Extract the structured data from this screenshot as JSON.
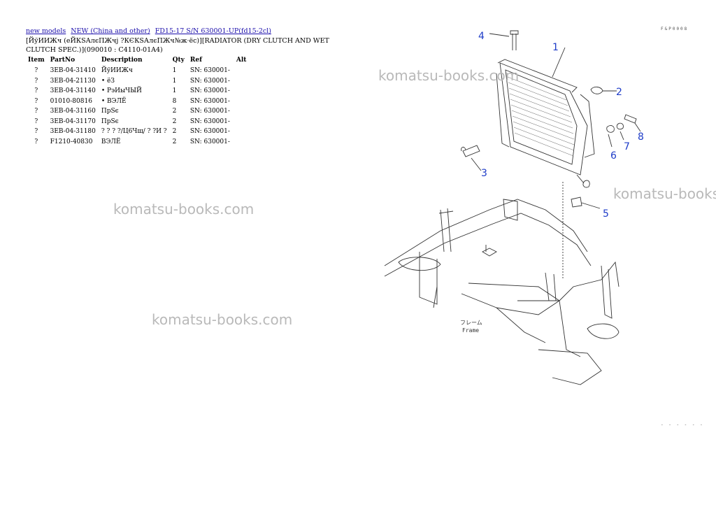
{
  "breadcrumb": {
    "new_models": "new models",
    "region": "NEW (China and other)",
    "model": "FD15-17 S/N 630001-UP(fd15-2cl)"
  },
  "title": "[ЙўИИЖч (еЙКSАлєПЖчј ?КЄКSАлєПЖч№ж·ёс)][RADIATOR (DRY CLUTCH AND WET CLUTCH SPEC.)](090010 : C4110-01A4)",
  "table": {
    "headers": [
      "Item",
      "PartNo",
      "Description",
      "Qty",
      "Ref",
      "Alt"
    ],
    "rows": [
      {
        "item": "?",
        "part": "3EB-04-31410",
        "desc": "ЙўИИЖч",
        "qty": "1",
        "ref": "SN: 630001-",
        "alt": ""
      },
      {
        "item": "?",
        "part": "3EB-04-21130",
        "desc": "• ёЗ",
        "qty": "1",
        "ref": "SN: 630001-",
        "alt": ""
      },
      {
        "item": "?",
        "part": "3EB-04-31140",
        "desc": "• РэИыЧЫЙ",
        "qty": "1",
        "ref": "SN: 630001-",
        "alt": ""
      },
      {
        "item": "?",
        "part": "01010-80816",
        "desc": "• ВЭЛЁ",
        "qty": "8",
        "ref": "SN: 630001-",
        "alt": ""
      },
      {
        "item": "?",
        "part": "3EB-04-31160",
        "desc": "ПрЅє",
        "qty": "2",
        "ref": "SN: 630001-",
        "alt": ""
      },
      {
        "item": "?",
        "part": "3EB-04-31170",
        "desc": "ПрЅє",
        "qty": "2",
        "ref": "SN: 630001-",
        "alt": ""
      },
      {
        "item": "?",
        "part": "3EB-04-31180",
        "desc": "? ? ? ?/Ц6Чщ/ ? ?И ?",
        "qty": "2",
        "ref": "SN: 630001-",
        "alt": ""
      },
      {
        "item": "?",
        "part": "F1210-40830",
        "desc": "ВЭЛЁ",
        "qty": "2",
        "ref": "SN: 630001-",
        "alt": ""
      }
    ]
  },
  "watermark": "komatsu-books.com",
  "diagram": {
    "callouts": [
      "1",
      "2",
      "3",
      "4",
      "5",
      "6",
      "7",
      "8"
    ],
    "frame_jp": "フレーム",
    "frame_en": "Frame",
    "code_top": "F&P0008",
    "code_bottom": "- - - - - -"
  },
  "colors": {
    "link": "#1a0dab",
    "callout": "#1e3cc8",
    "watermark": "#b9b9b9"
  }
}
